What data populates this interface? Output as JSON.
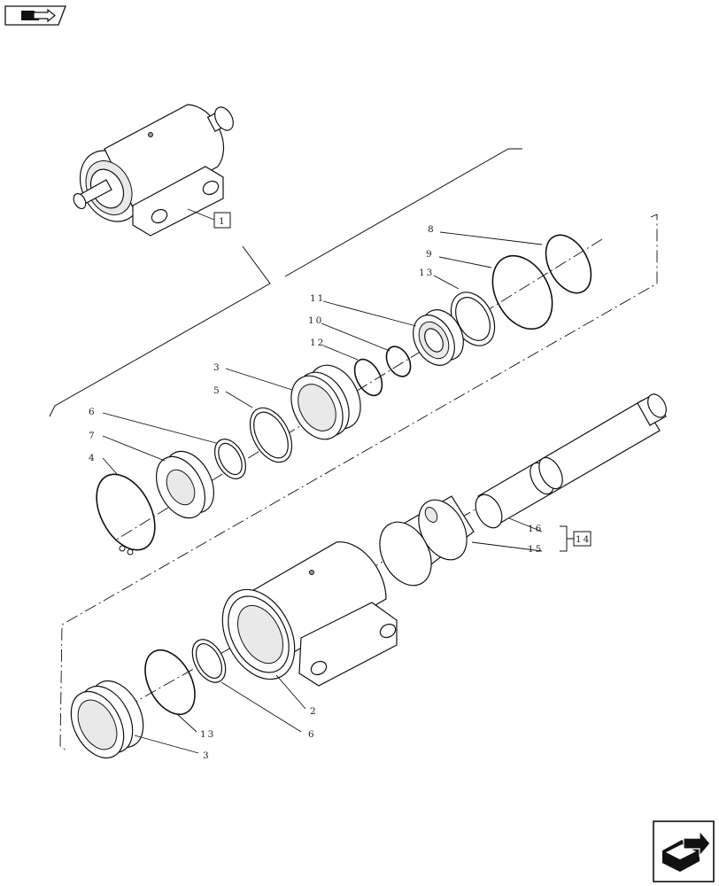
{
  "callouts": {
    "c1": "1",
    "c2": "2",
    "c3a": "3",
    "c3b": "3",
    "c4": "4",
    "c5": "5",
    "c6a": "6",
    "c6b": "6",
    "c7": "7",
    "c8": "8",
    "c9": "9",
    "c10": "10",
    "c11": "11",
    "c12": "12",
    "c13a": "13",
    "c13b": "13",
    "c14": "14",
    "c15": "15",
    "c16": "16"
  },
  "icons": {
    "top_left": "folder-arrow-icon",
    "bottom_right": "next-page-arrow-icon"
  }
}
